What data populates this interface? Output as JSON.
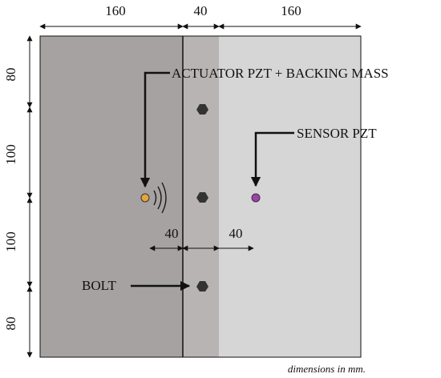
{
  "dimensions": {
    "top": [
      "160",
      "40",
      "160"
    ],
    "left": [
      "80",
      "100",
      "100",
      "80"
    ],
    "gap_left": "40",
    "gap_right": "40"
  },
  "labels": {
    "actuator": "ACTUATOR PZT + BACKING MASS",
    "sensor": "SENSOR PZT",
    "bolt": "BOLT",
    "units_note": "dimensions in mm."
  },
  "colors": {
    "left_plate": "#a6a2a1",
    "joint_strip": "#b8b4b3",
    "right_plate": "#d6d6d6",
    "actuator_dot": "#e8a33a",
    "sensor_dot": "#a040b0",
    "bolt": "#333333",
    "line": "#111111"
  },
  "icons": {
    "bolt": "hexagon-icon",
    "wave": "wave-arcs-icon"
  }
}
